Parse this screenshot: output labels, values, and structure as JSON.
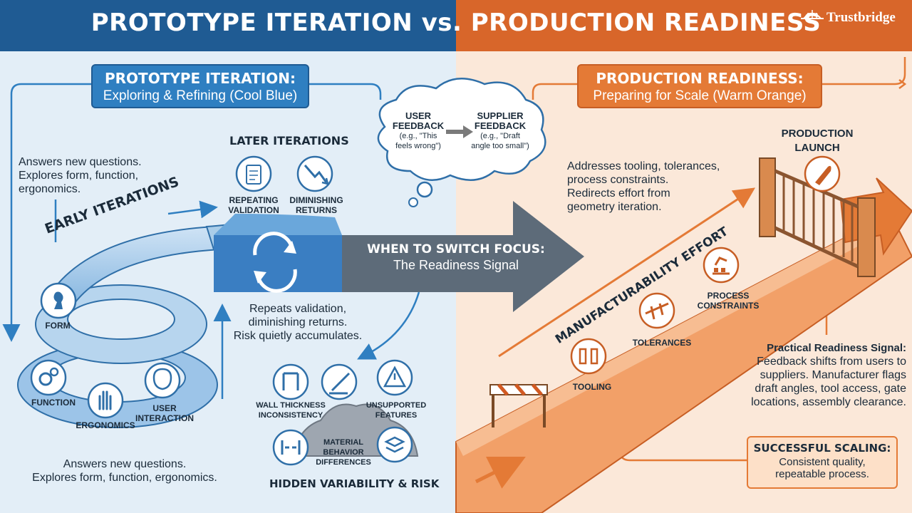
{
  "header": {
    "title": "PROTOTYPE ITERATION vs. PRODUCTION READINESS",
    "brand": "Trustbridge",
    "colors": {
      "left": "#1f5b93",
      "right": "#d8662a"
    }
  },
  "prototype": {
    "heading": "PROTOTYPE ITERATION:",
    "subheading": "Exploring & Refining (Cool Blue)",
    "note_top": [
      "Answers new questions.",
      "Explores form, function,",
      "ergonomics."
    ],
    "note_bottom": [
      "Answers new questions.",
      "Explores form, function, ergonomics."
    ],
    "early_iterations": "EARLY ITERATIONS",
    "later_iterations": "LATER ITERATIONS",
    "later_items": [
      {
        "label1": "REPEATING",
        "label2": "VALIDATION",
        "icon": "clipboard-check-icon"
      },
      {
        "label1": "DIMINISHING",
        "label2": "RETURNS",
        "icon": "trend-down-icon"
      }
    ],
    "spiral_items": [
      {
        "label": "FORM",
        "icon": "chess-piece-icon"
      },
      {
        "label": "FUNCTION",
        "icon": "gears-icon"
      },
      {
        "label": "ERGONOMICS",
        "icon": "hand-icon"
      },
      {
        "label1": "USER",
        "label2": "INTERACTION",
        "icon": "brain-icon"
      }
    ],
    "repeats_note": [
      "Repeats validation,",
      "diminishing returns.",
      "Risk quietly accumulates."
    ]
  },
  "risk": {
    "title": "HIDDEN VARIABILITY & RISK",
    "items": [
      {
        "label1": "WALL THICKNESS",
        "label2": "INCONSISTENCY",
        "icon": "wall-thickness-icon"
      },
      {
        "label1": "UNSUPPORTED",
        "label2": "FEATURES",
        "icon": "warning-icon"
      },
      {
        "label1": "MATERIAL",
        "label2": "BEHAVIOR",
        "label3": "DIFFERENCES",
        "icon": "layers-icon"
      }
    ]
  },
  "feedback": {
    "user_title1": "USER",
    "user_title2": "FEEDBACK",
    "user_example1": "(e.g., \"This",
    "user_example2": "feels wrong\")",
    "supplier_title1": "SUPPLIER",
    "supplier_title2": "FEEDBACK",
    "supplier_example1": "(e.g., \"Draft",
    "supplier_example2": "angle too small\")"
  },
  "switch": {
    "title": "WHEN TO SWITCH FOCUS:",
    "subtitle": "The Readiness Signal"
  },
  "production": {
    "heading": "PRODUCTION READINESS:",
    "subheading": "Preparing for Scale (Warm Orange)",
    "note": [
      "Addresses tooling, tolerances,",
      "process constraints.",
      "Redirects effort from",
      "geometry iteration."
    ],
    "effort_label": "MANUFACTURABILITY EFFORT",
    "launch1": "PRODUCTION",
    "launch2": "LAUNCH",
    "steps": [
      {
        "label": "TOOLING",
        "icon": "mold-icon"
      },
      {
        "label": "TOLERANCES",
        "icon": "caliper-icon"
      },
      {
        "label1": "PROCESS",
        "label2": "CONSTRAINTS",
        "icon": "robot-arm-icon"
      }
    ],
    "signal_title": "Practical Readiness Signal:",
    "signal_text": [
      "Feedback shifts from users to",
      "suppliers. Manufacturer flags",
      "draft angles, tool access, gate",
      "locations, assembly clearance."
    ],
    "scaling_title": "SUCCESSFUL SCALING:",
    "scaling_text": [
      "Consistent quality,",
      "repeatable process."
    ]
  }
}
